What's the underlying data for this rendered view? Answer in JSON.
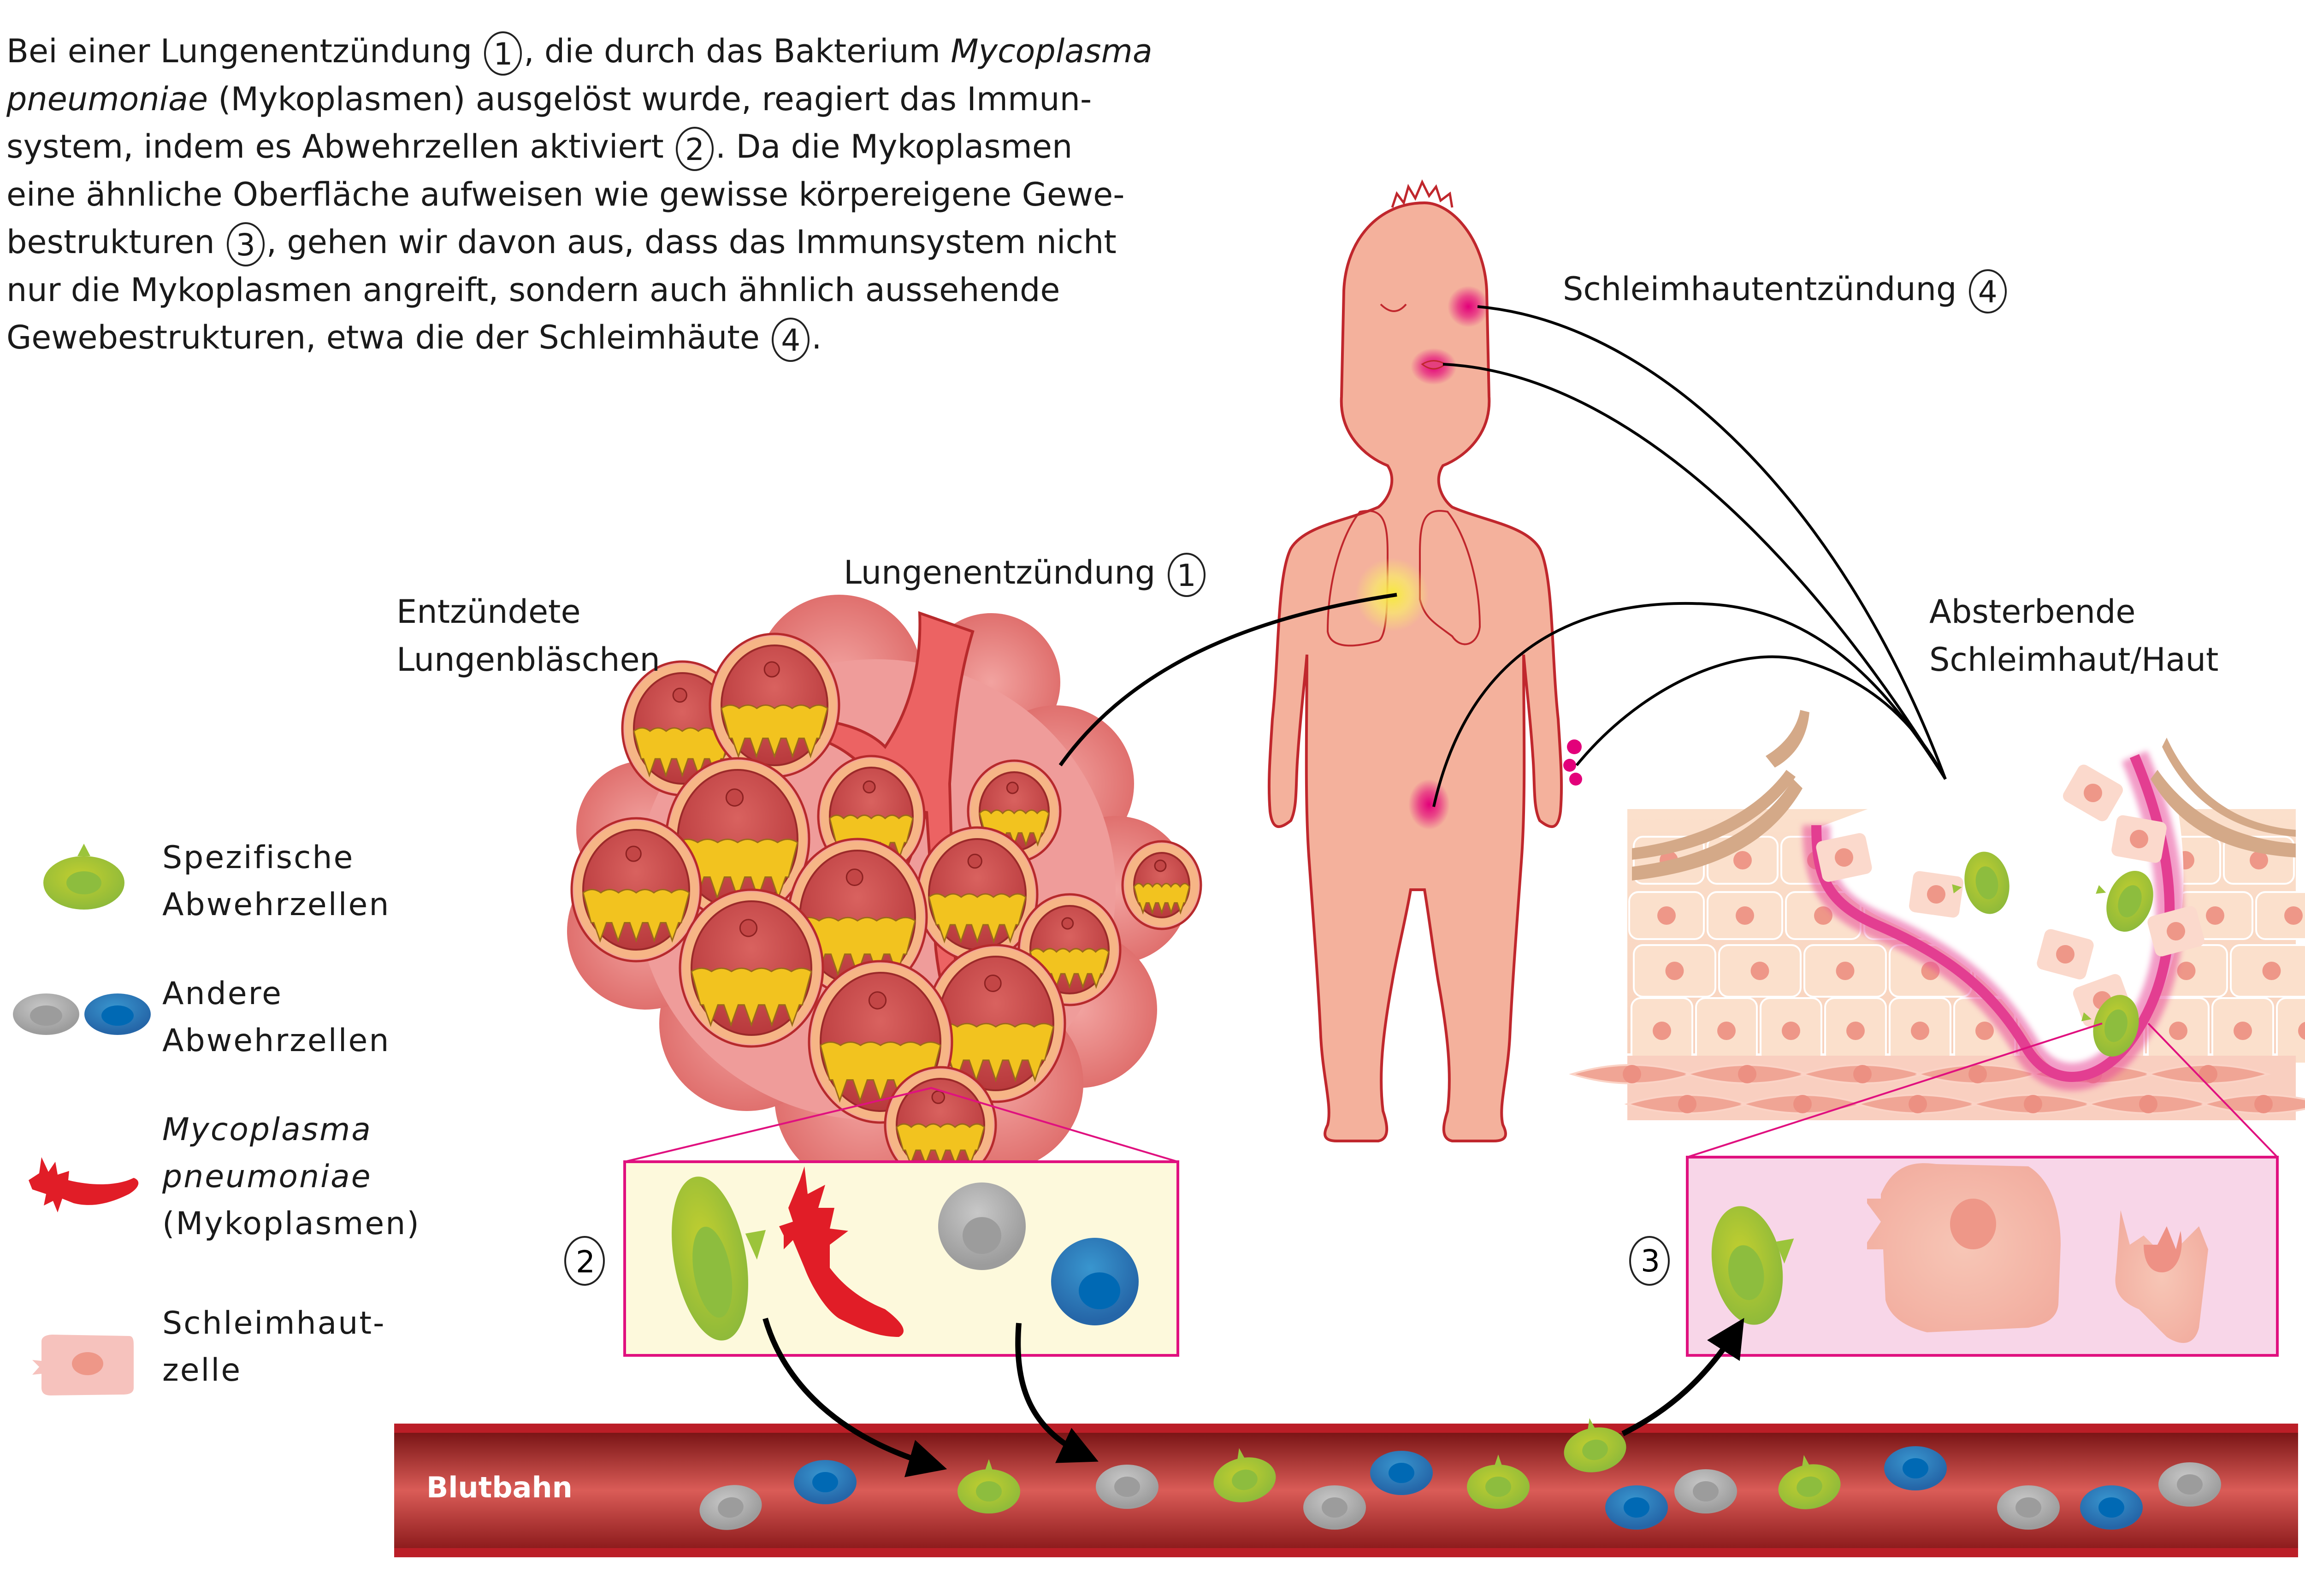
{
  "intro": {
    "lines": [
      {
        "before": "Bei einer Lungenentzündung ",
        "num": "1",
        "after": ", die durch das Bakterium ",
        "italic": "Mycoplasma"
      },
      {
        "italic": "pneumoniae",
        "after": " (Mykoplasmen) ausgelöst wurde, reagiert das Immun-"
      },
      {
        "before": "system, indem es Abwehrzellen aktiviert ",
        "num": "2",
        "after": ". Da die Mykoplasmen"
      },
      {
        "before": "eine ähnliche Oberfläche aufweisen wie gewisse körpereigene Gewe-"
      },
      {
        "before": "bestrukturen ",
        "num": "3",
        "after": ", gehen wir davon aus, dass das Immunsystem nicht"
      },
      {
        "before": "nur die Mykoplasmen angreift, sondern auch ähnlich aussehende"
      },
      {
        "before": "Gewebestrukturen, etwa die der Schleimhäute ",
        "num": "4",
        "after": "."
      }
    ]
  },
  "labels": {
    "lungenentzuendung": "Lungenentzündung",
    "lungenentzuendung_num": "1",
    "entzuendete_1": "Entzündete",
    "entzuendete_2": "Lungenbläschen",
    "schleimhautentzuendung": "Schleimhautentzündung",
    "schleimhautentzuendung_num": "4",
    "absterbende_1": "Absterbende",
    "absterbende_2": "Schleimhaut/Haut",
    "callout_2": "2",
    "callout_3": "3",
    "blutbahn": "Blutbahn"
  },
  "legend": [
    {
      "icon": "specific-immune-cell-icon",
      "lines": [
        "Spezifische",
        "Abwehrzellen"
      ],
      "italic": false
    },
    {
      "icon": "other-immune-cells-icon",
      "lines": [
        "Andere",
        "Abwehrzellen"
      ],
      "italic": false
    },
    {
      "icon": "mycoplasma-icon",
      "lines": [
        "Mycoplasma",
        "pneumoniae",
        "(Mykoplasmen)"
      ],
      "italic_lines": [
        0,
        1
      ]
    },
    {
      "icon": "mucosal-cell-icon",
      "lines": [
        "Schleimhaut-",
        "zelle"
      ],
      "italic": false
    }
  ],
  "colors": {
    "specific_cell": "#9bc43b",
    "specific_cell_nucleus": "#8dbd3e",
    "other_cell_gray": "#b0b0b0",
    "other_cell_blue": "#2f7fc0",
    "mycoplasma": "#e11d27",
    "mucosal_cell": "#f6c2bd",
    "blood_vessel": "#c0392b",
    "zoom_frame": "#e0117f",
    "callout2_bg": "#fdf9dc",
    "callout3_bg": "#f8d6e8",
    "child_skin": "#f4b19c",
    "child_outline": "#c0272d",
    "inflammation": "#e3007a"
  }
}
